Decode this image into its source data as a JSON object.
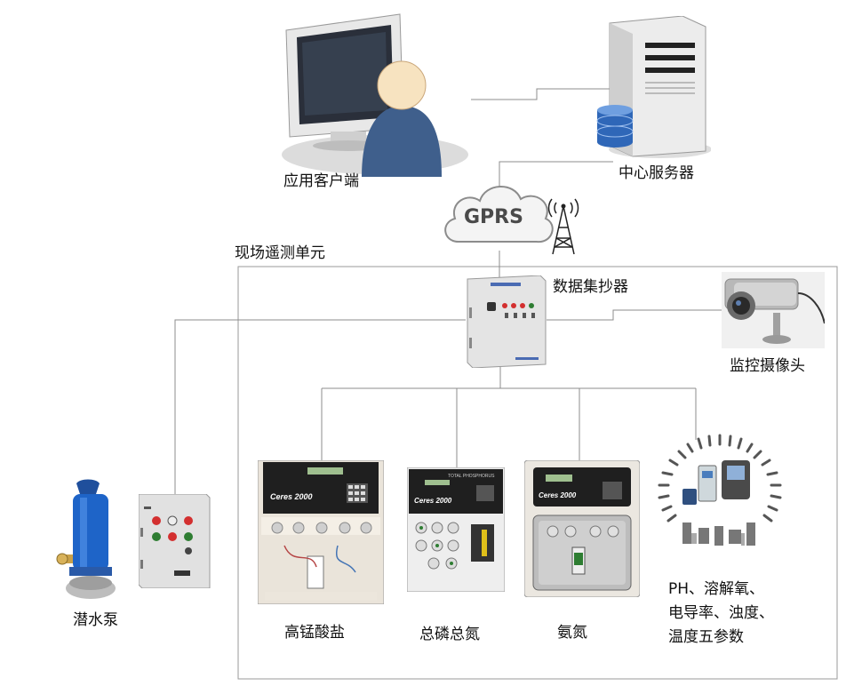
{
  "labels": {
    "client": "应用客户端",
    "server": "中心服务器",
    "gprs": "GPRS",
    "remote_unit": "现场遥测单元",
    "data_collector": "数据集抄器",
    "camera": "监控摄像头",
    "pump": "潜水泵",
    "permanganate": "高锰酸盐",
    "tp_tn": "总磷总氮",
    "ammonia": "氨氮",
    "multi_param": [
      "PH、溶解氧、",
      "电导率、浊度、",
      "温度五参数"
    ]
  },
  "device_text": {
    "analyzer_brand": "Ceres 2000",
    "tp_header": "TOTAL PHOSPHORUS"
  },
  "colors": {
    "line": "#8c8c8c",
    "cabinet": "#e6e6e6",
    "pump_blue": "#1e64c8",
    "monitor_dark": "#2a2f3a",
    "cloud_text": "#4a4a4a"
  }
}
